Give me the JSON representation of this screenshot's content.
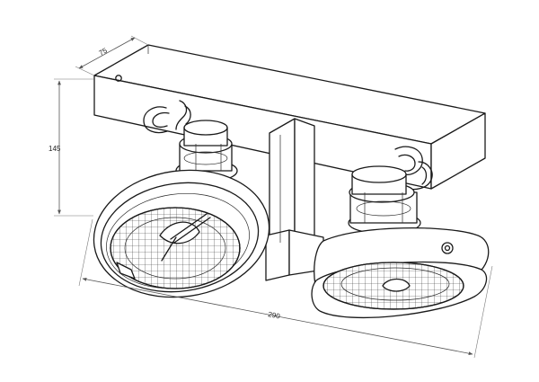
{
  "dimensions": {
    "depth_label": "75",
    "height_label": "145",
    "width_label": "290"
  },
  "colors": {
    "line": "#1a1a1a",
    "dimension_line": "#555555",
    "background": "#ffffff"
  },
  "icons": {
    "mounting_hole": "circle-hole-icon",
    "adjustment_screw": "screw-icon"
  }
}
